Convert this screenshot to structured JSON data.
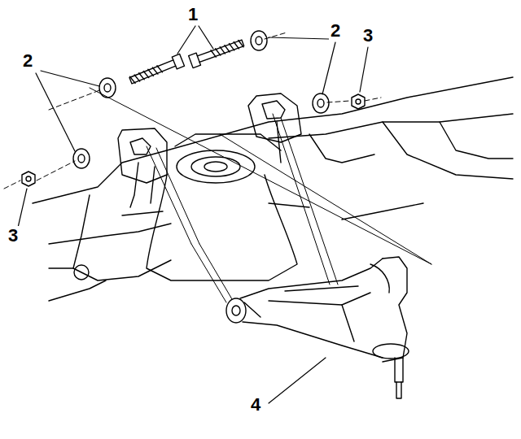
{
  "diagram": {
    "labels": [
      "1",
      "2",
      "2",
      "3",
      "3",
      "4"
    ]
  }
}
